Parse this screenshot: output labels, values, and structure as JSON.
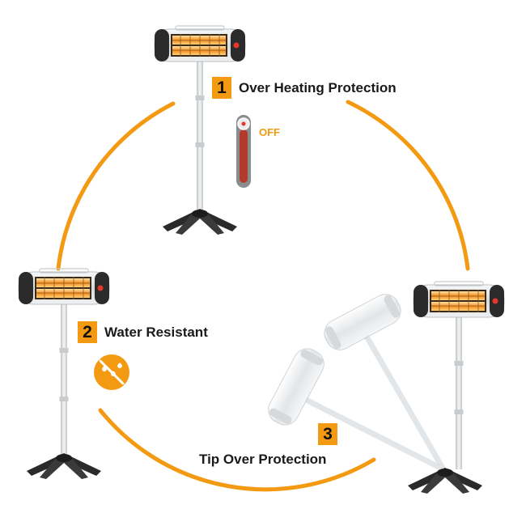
{
  "colors": {
    "accent": "#f39a12",
    "heater_body": "#e6e8ea",
    "heater_dark": "#2b2b2b",
    "heater_glow": "#f7a13a",
    "stand": "#d9dcde",
    "base": "#2a2a2a"
  },
  "icons": {
    "switch": "temperature-switch-icon",
    "water": "water-resistant-icon"
  },
  "features": [
    {
      "number": "1",
      "label": "Over Heating Protection"
    },
    {
      "number": "2",
      "label": "Water Resistant"
    },
    {
      "number": "3",
      "label": "Tip Over Protection"
    }
  ],
  "switch_state": "OFF"
}
